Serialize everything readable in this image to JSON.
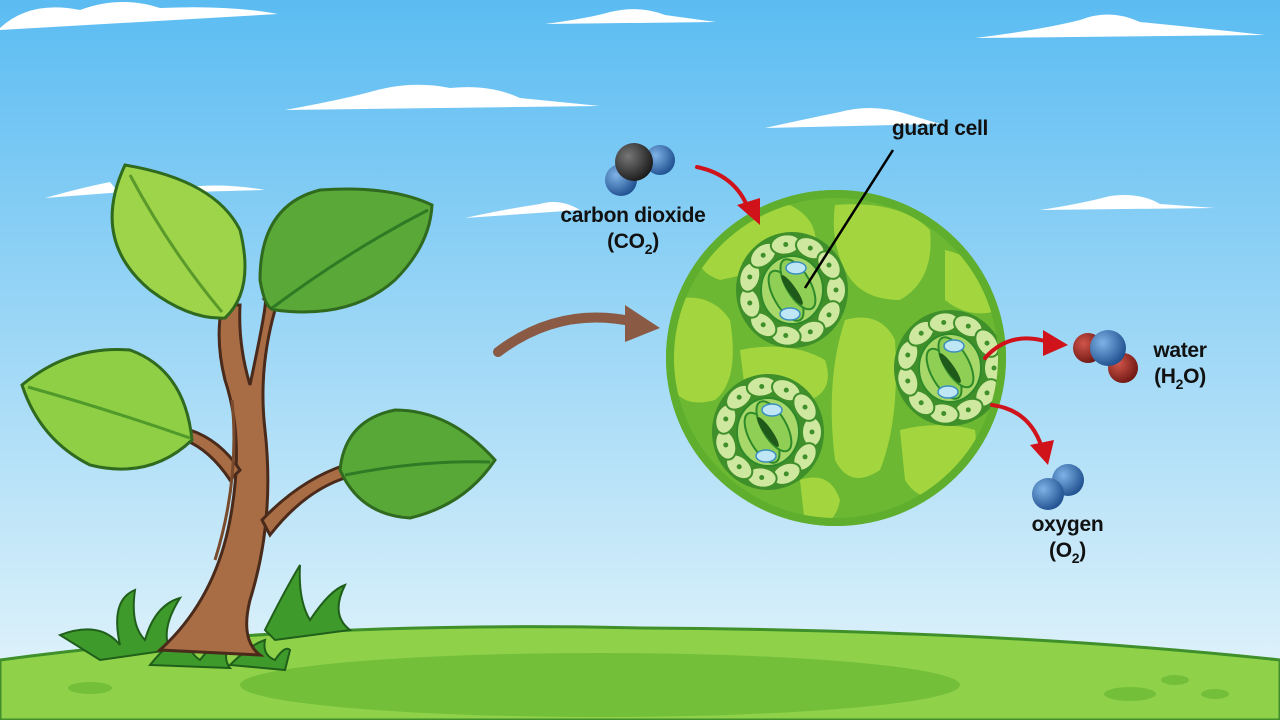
{
  "labels": {
    "carbon_dioxide": {
      "name": "carbon dioxide",
      "formula_open": "(CO",
      "formula_sub": "2",
      "formula_close": ")"
    },
    "guard_cell": {
      "name": "guard cell"
    },
    "water": {
      "name": "water",
      "formula_open": "(H",
      "formula_sub": "2",
      "formula_close": "O)"
    },
    "oxygen": {
      "name": "oxygen",
      "formula_open": "(O",
      "formula_sub": "2",
      "formula_close": ")"
    }
  },
  "colors": {
    "sky_top": "#5bbcf2",
    "sky_bottom": "#e6f5fb",
    "ground": "#8fd24a",
    "leaf_cell": "#9fd53a",
    "cell_wall": "#5fae2e",
    "arrow_red": "#d0121b",
    "arrow_brown": "#8a5a45",
    "carbon": "#333333",
    "oxygen_atom": "#2f6fb5",
    "hydrogen_atom": "#a3261e"
  }
}
